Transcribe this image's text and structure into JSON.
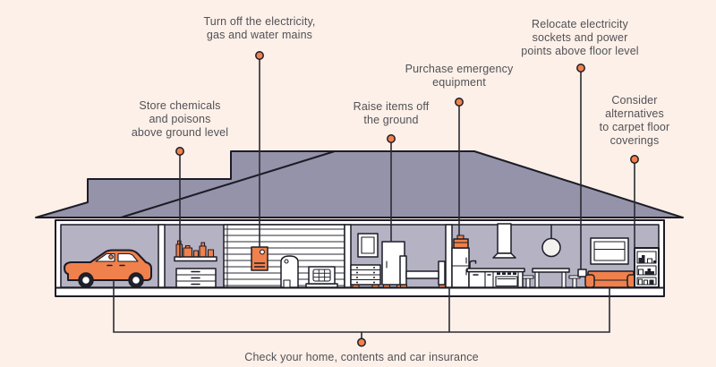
{
  "scene": {
    "background_color": "#fdf0e8",
    "accent_color": "#f0814c",
    "roof_color": "#9593a9",
    "wall_color": "#b4b2c3",
    "outline_color": "#1c1c26",
    "text_color": "#515157"
  },
  "callouts": {
    "turn_off_mains": {
      "label": "Turn off the electricity,\ngas and water mains"
    },
    "store_chemicals": {
      "label": "Store chemicals\nand poisons\nabove ground level"
    },
    "raise_items": {
      "label": "Raise items off\nthe ground"
    },
    "purchase_equipment": {
      "label": "Purchase emergency\nequipment"
    },
    "relocate_sockets": {
      "label": "Relocate electricity\nsockets and power\npoints above floor level"
    },
    "carpet_alternatives": {
      "label": "Consider\nalternatives\nto carpet floor\ncoverings"
    },
    "insurance": {
      "label": "Check your home, contents and car insurance"
    }
  },
  "illustration": {
    "items": [
      "car",
      "chemicals-shelf",
      "drawer-unit",
      "garage-door",
      "electrical-panel",
      "water-heater",
      "air-conditioner",
      "picture-frame",
      "chest-of-drawers",
      "wardrobe",
      "bed",
      "refrigerator",
      "emergency-kit",
      "kitchen-counter",
      "stove",
      "rangehood",
      "pendant-light",
      "dining-table",
      "stools",
      "power-socket",
      "window",
      "couch",
      "bookshelf"
    ]
  }
}
